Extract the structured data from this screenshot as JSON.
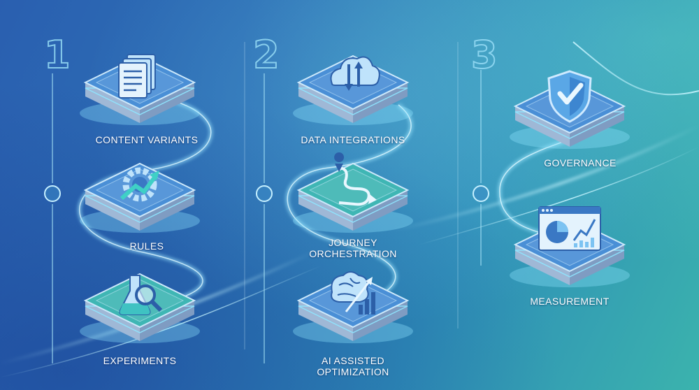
{
  "columns": [
    {
      "number": "1",
      "items": [
        {
          "label": "CONTENT VARIANTS",
          "icon": "documents-icon"
        },
        {
          "label": "RULES",
          "icon": "gear-arrow-icon"
        },
        {
          "label": "EXPERIMENTS",
          "icon": "flask-magnifier-icon"
        }
      ]
    },
    {
      "number": "2",
      "items": [
        {
          "label": "DATA INTEGRATIONS",
          "icon": "cloud-sync-icon"
        },
        {
          "label": "JOURNEY\nORCHESTRATION",
          "icon": "journey-path-icon"
        },
        {
          "label": "AI ASSISTED\nOPTIMIZATION",
          "icon": "brain-growth-icon"
        }
      ]
    },
    {
      "number": "3",
      "items": [
        {
          "label": "GOVERNANCE",
          "icon": "shield-check-icon"
        },
        {
          "label": "MEASUREMENT",
          "icon": "dashboard-chart-icon"
        }
      ]
    }
  ],
  "colors": {
    "tile_top": "#4a8fd6",
    "tile_side": "#9fb8d6",
    "glow": "#8fe6ff",
    "icon_fill": "#bfe3fb"
  }
}
